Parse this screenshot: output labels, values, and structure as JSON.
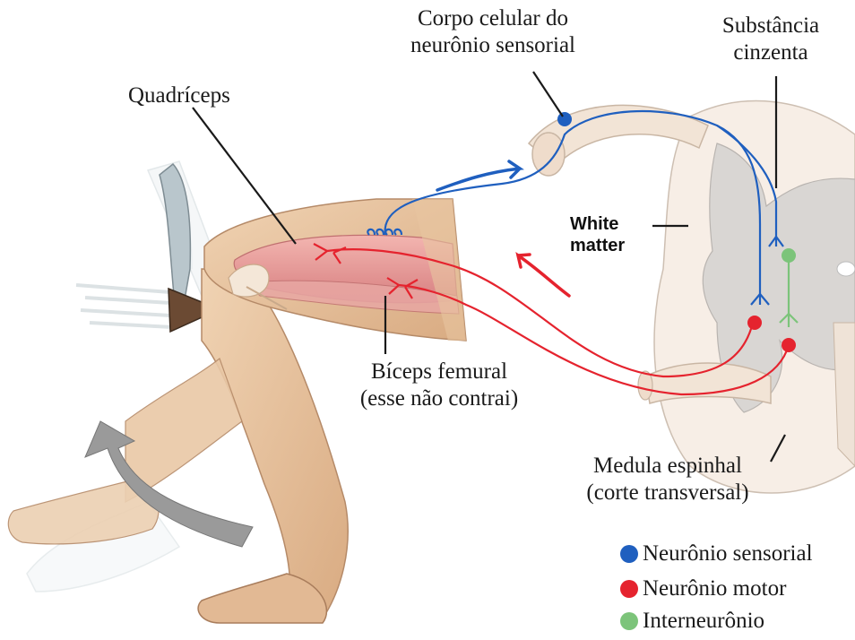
{
  "labels": {
    "corpo_celular": [
      "Corpo celular do",
      "neurônio sensorial"
    ],
    "substancia": [
      "Substância",
      "cinzenta"
    ],
    "quadriceps": "Quadríceps",
    "white_matter": [
      "White",
      "matter"
    ],
    "biceps": [
      "Bíceps femural",
      "(esse não contrai)"
    ],
    "medula": [
      "Medula espinhal",
      "(corte transversal)"
    ]
  },
  "legend": [
    {
      "label": "Neurônio sensorial",
      "color": "#1f5fbf"
    },
    {
      "label": "Neurônio motor",
      "color": "#e5232e"
    },
    {
      "label": "Interneurônio",
      "color": "#7cc47a"
    }
  ],
  "colors": {
    "sensory": "#1f5fbf",
    "motor": "#e5232e",
    "interneuron": "#7cc47a",
    "skin": "#e8c5a0",
    "muscle": "#e89a9a",
    "cord": "#f7eee6",
    "gray_matter": "#d9d6d3",
    "arrow": "#9a9a9a"
  }
}
